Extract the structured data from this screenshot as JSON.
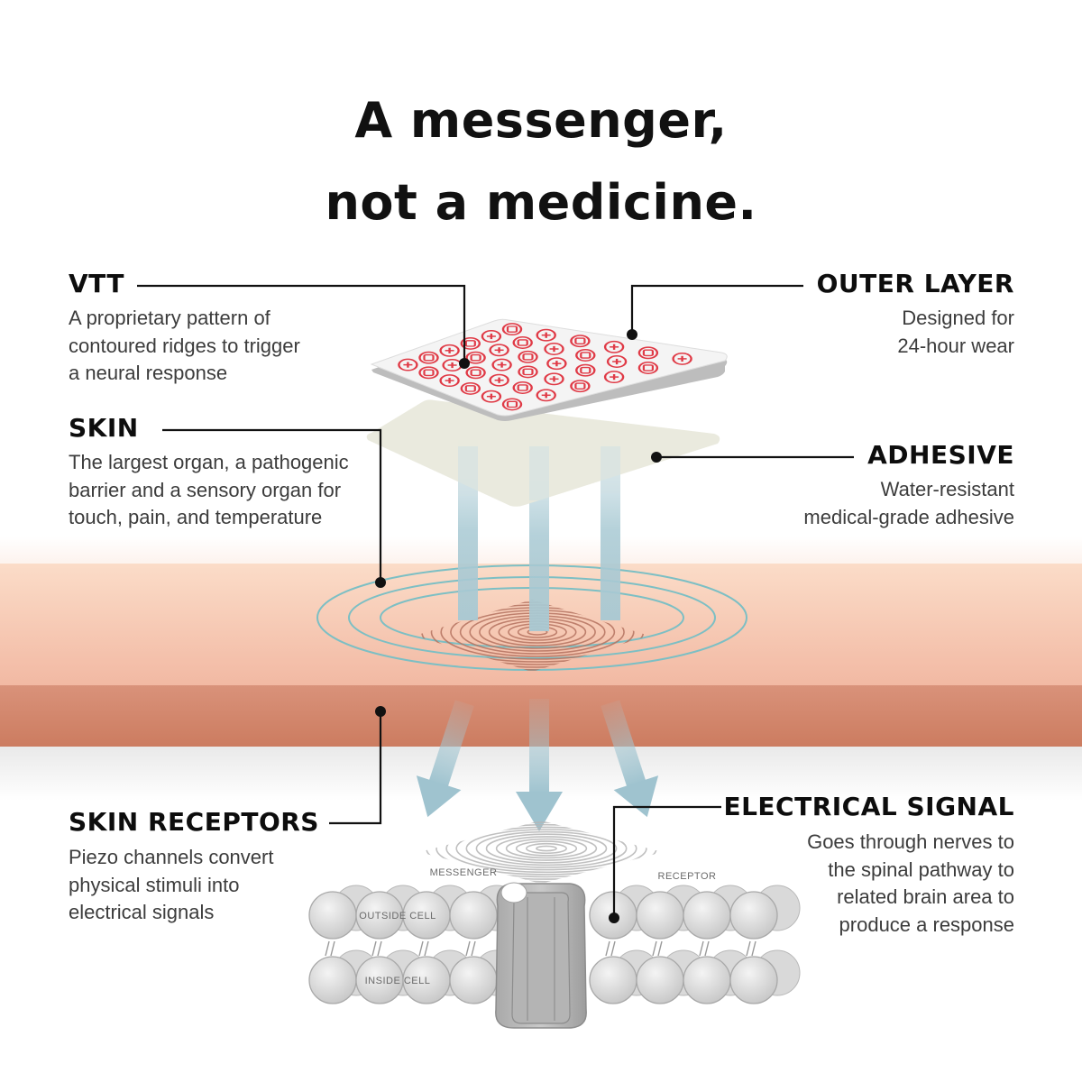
{
  "title": {
    "line1": "A messenger,",
    "line2": "not a medicine."
  },
  "callouts": {
    "vtt": {
      "heading": "VTT",
      "lines": [
        "A proprietary pattern of",
        "contoured ridges to trigger",
        "a neural response"
      ]
    },
    "outer_layer": {
      "heading": "OUTER LAYER",
      "lines": [
        "Designed for",
        "24-hour wear"
      ]
    },
    "skin": {
      "heading": "SKIN",
      "lines": [
        "The largest organ, a pathogenic",
        "barrier and a sensory organ for",
        "touch, pain, and temperature"
      ]
    },
    "adhesive": {
      "heading": "ADHESIVE",
      "lines": [
        "Water-resistant",
        "medical-grade adhesive"
      ]
    },
    "skin_receptors": {
      "heading": "SKIN RECEPTORS",
      "lines": [
        "Piezo channels convert",
        "physical stimuli into",
        "electrical signals"
      ]
    },
    "electrical_signal": {
      "heading": "ELECTRICAL SIGNAL",
      "lines": [
        "Goes through nerves to",
        "the spinal pathway to",
        "related brain area to",
        "produce a response"
      ]
    }
  },
  "membrane_labels": {
    "messenger": "MESSENGER",
    "receptor": "RECEPTOR",
    "outside_cell": "OUTSIDE CELL",
    "inside_cell": "INSIDE CELL"
  },
  "colors": {
    "patch_red": "#e03a46",
    "adhesive": "#e9e9dd",
    "skin_light": "#f9d5c1",
    "skin_dark": "#d58a6c",
    "signal_blue": "#a9c9d3",
    "ring_teal": "#7cbfc4"
  }
}
